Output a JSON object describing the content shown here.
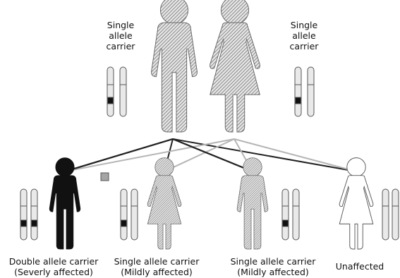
{
  "parents": {
    "father_label": [
      "Single",
      "allele",
      "carrier"
    ],
    "mother_label": [
      "Single",
      "allele",
      "carrier"
    ]
  },
  "children": [
    {
      "status": "Double allele carrier",
      "effect": "(Severly affected)"
    },
    {
      "status": "Single allele carrier",
      "effect": "(Mildly affected)"
    },
    {
      "status": "Single allele carrier",
      "effect": "(Mildly affected)"
    },
    {
      "status": "Unaffected",
      "effect": ""
    }
  ],
  "colors": {
    "affected_fill": "#111111",
    "carrier_hatch": "#7a7a7a",
    "unaffected_fill": "#ffffff",
    "father_line": "#222222",
    "mother_line": "#b8b8b8",
    "chromosome_band": "#111111"
  }
}
